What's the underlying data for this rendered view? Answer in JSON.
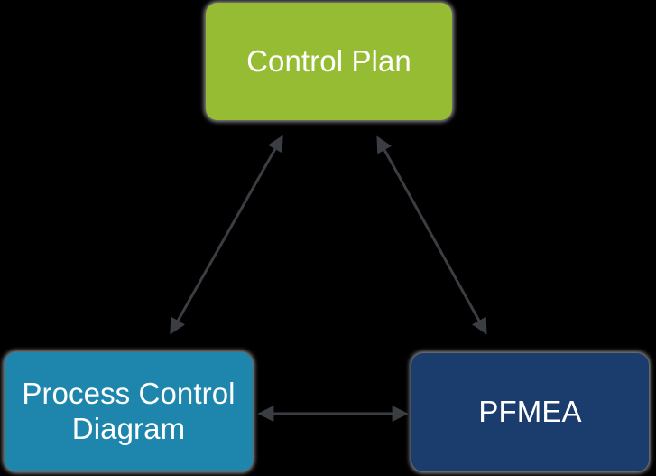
{
  "diagram": {
    "title": "Control Plan / Process Control Diagram / PFMEA relationship triangle",
    "type": "relationship-triangle",
    "background_color": "#000000",
    "arrow_color": "#3a3e42",
    "text_color": "#ffffff",
    "nodes": [
      {
        "id": "control-plan",
        "label": "Control Plan",
        "color": "#96bc34",
        "position": "top-center"
      },
      {
        "id": "process-control-diagram",
        "label": "Process Control\nDiagram",
        "label_line1": "Process Control",
        "label_line2": "Diagram",
        "color": "#1e86ac",
        "position": "bottom-left"
      },
      {
        "id": "pfmea",
        "label": "PFMEA",
        "color": "#1b3d6e",
        "position": "bottom-right"
      }
    ],
    "connectors": [
      {
        "id": "connector-pcd-control-plan",
        "from": "process-control-diagram",
        "to": "control-plan",
        "style": "double-headed-arrow",
        "color": "#3a3e42"
      },
      {
        "id": "connector-control-plan-pfmea",
        "from": "control-plan",
        "to": "pfmea",
        "style": "double-headed-arrow",
        "color": "#3a3e42"
      },
      {
        "id": "connector-pcd-pfmea",
        "from": "process-control-diagram",
        "to": "pfmea",
        "style": "double-headed-arrow",
        "color": "#3a3e42"
      }
    ]
  }
}
